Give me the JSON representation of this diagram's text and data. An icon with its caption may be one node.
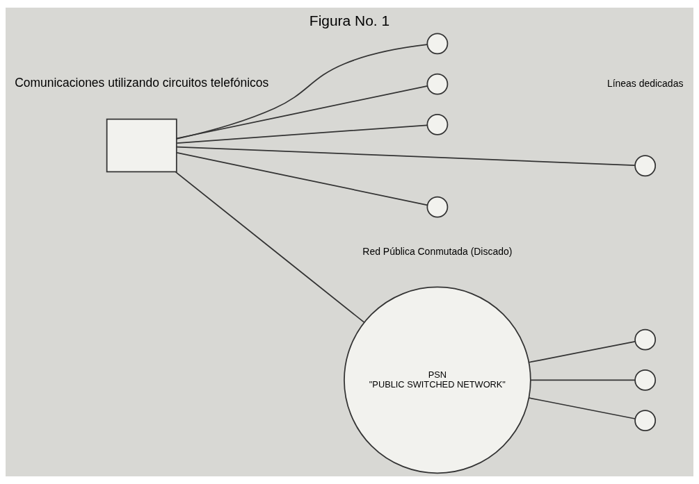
{
  "diagram": {
    "title": "Figura No. 1",
    "nodes": [
      {
        "text": [],
        "shape": "box"
      },
      {
        "text": [
          "PSN",
          "\"PUBLIC SWITCHED NETWORK\""
        ],
        "beside": [
          "Red Pública Conmutada (Discado)"
        ]
      },
      {
        "text": [],
        "shape": "circle"
      },
      {
        "text": [],
        "shape": "circle"
      },
      {
        "text": [],
        "shape": "circle"
      },
      {
        "text": [],
        "shape": "circle"
      },
      {
        "text": [],
        "shape": "circle"
      },
      {
        "text": [],
        "shape": "circle"
      },
      {
        "text": [],
        "shape": "circle"
      },
      {
        "text": [],
        "shape": "circle"
      }
    ],
    "edges": [
      {
        "from": 0,
        "to": 2,
        "arrow": "none"
      },
      {
        "from": 0,
        "to": 3,
        "arrow": "none"
      },
      {
        "from": 0,
        "to": 4,
        "arrow": "none"
      },
      {
        "from": 0,
        "to": 5,
        "arrow": "none"
      },
      {
        "from": 0,
        "to": 6,
        "arrow": "none"
      },
      {
        "from": 0,
        "to": 1,
        "arrow": "none"
      },
      {
        "from": 1,
        "to": 7,
        "arrow": "none"
      },
      {
        "from": 1,
        "to": 8,
        "arrow": "none"
      },
      {
        "from": 1,
        "to": 9,
        "arrow": "none"
      }
    ],
    "labels": [
      "Comunicaciones utilizando circuitos telefónicos",
      "Líneas dedicadas"
    ]
  }
}
